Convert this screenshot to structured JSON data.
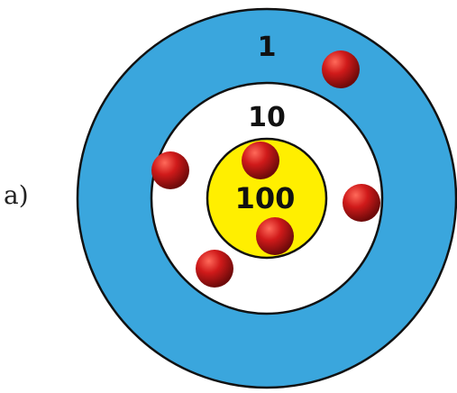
{
  "panel_label": "a)",
  "target": {
    "zones": [
      {
        "label": "1",
        "color": "#3aa6dd"
      },
      {
        "label": "10",
        "color": "#ffffff"
      },
      {
        "label": "100",
        "color": "#ffef00"
      }
    ],
    "stroke_color": "#111111"
  },
  "ball_color": "#c4161c",
  "balls": [
    {
      "zone": "1"
    },
    {
      "zone": "10"
    },
    {
      "zone": "10"
    },
    {
      "zone": "10"
    },
    {
      "zone": "100"
    },
    {
      "zone": "100"
    }
  ]
}
